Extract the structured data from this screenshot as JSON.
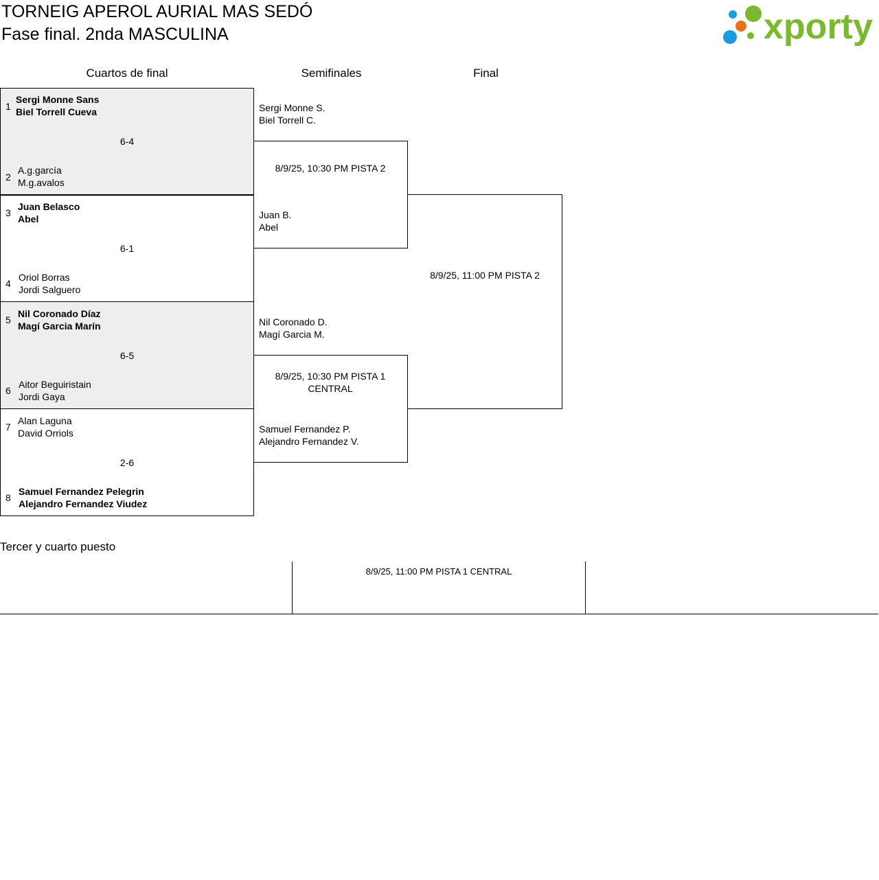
{
  "header": {
    "title": "TORNEIG APEROL AURIAL MAS SEDÓ",
    "subtitle": "Fase final. 2nda MASCULINA",
    "logo_text": "xporty",
    "brand_color": "#7cb82f",
    "dot_colors": [
      "#1a9de0",
      "#e8731c",
      "#7cb82f"
    ]
  },
  "columns": {
    "quarterfinals": "Cuartos de final",
    "semifinals": "Semifinales",
    "final": "Final"
  },
  "quarterfinals": [
    {
      "score": "6-4",
      "top": {
        "seed": "1",
        "p1": "Sergi Monne Sans",
        "p2": "Biel Torrell Cueva",
        "winner": true
      },
      "bottom": {
        "seed": "2",
        "p1": "A.g.garcía",
        "p2": "M.g.avalos",
        "winner": false
      }
    },
    {
      "score": "6-1",
      "top": {
        "seed": "3",
        "p1": "Juan Belasco",
        "p2": "Abel",
        "winner": true
      },
      "bottom": {
        "seed": "4",
        "p1": "Oriol Borras",
        "p2": "Jordi Salguero",
        "winner": false
      }
    },
    {
      "score": "6-5",
      "top": {
        "seed": "5",
        "p1": "Nil Coronado Díaz",
        "p2": "Magí Garcia Marín",
        "winner": true
      },
      "bottom": {
        "seed": "6",
        "p1": "Aitor Beguiristain",
        "p2": "Jordi Gaya",
        "winner": false
      }
    },
    {
      "score": "2-6",
      "top": {
        "seed": "7",
        "p1": "Alan Laguna",
        "p2": "David Orriols",
        "winner": false
      },
      "bottom": {
        "seed": "8",
        "p1": "Samuel Fernandez Pelegrin",
        "p2": "Alejandro Fernandez Viudez",
        "winner": true
      }
    }
  ],
  "semifinals": [
    {
      "schedule": "8/9/25, 10:30 PM PISTA 2",
      "top": {
        "p1": "Sergi Monne S.",
        "p2": "Biel Torrell C."
      },
      "bottom": {
        "p1": "Juan B.",
        "p2": "Abel"
      }
    },
    {
      "schedule": "8/9/25, 10:30 PM PISTA 1 CENTRAL",
      "top": {
        "p1": "Nil Coronado D.",
        "p2": "Magí Garcia M."
      },
      "bottom": {
        "p1": "Samuel Fernandez P.",
        "p2": "Alejandro Fernandez V."
      }
    }
  ],
  "final": {
    "schedule": "8/9/25, 11:00 PM PISTA 2"
  },
  "third_place": {
    "title": "Tercer y cuarto puesto",
    "schedule": "8/9/25, 11:00 PM PISTA 1 CENTRAL"
  }
}
